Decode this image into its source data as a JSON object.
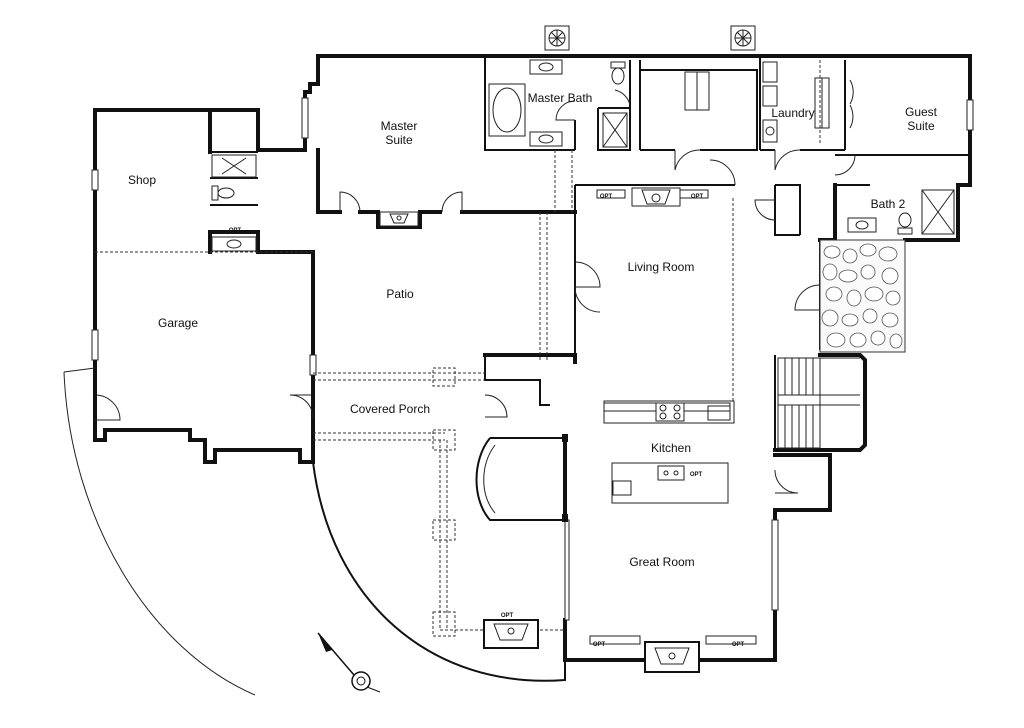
{
  "rooms": {
    "master_bath": "Master Bath",
    "master_suite_line1": "Master",
    "master_suite_line2": "Suite",
    "laundry": "Laundry",
    "guest_suite_line1": "Guest",
    "guest_suite_line2": "Suite",
    "shop": "Shop",
    "bath2": "Bath 2",
    "living_room": "Living Room",
    "patio": "Patio",
    "garage": "Garage",
    "covered_porch": "Covered Porch",
    "kitchen": "Kitchen",
    "great_room": "Great Room"
  },
  "opt_label": "OPT",
  "icons": [
    "exhaust-fan-icon",
    "north-arrow-icon",
    "fireplace-icon",
    "toilet-icon",
    "tub-icon",
    "sink-icon",
    "shower-icon",
    "range-icon",
    "door-swing-icon",
    "stair-icon"
  ]
}
